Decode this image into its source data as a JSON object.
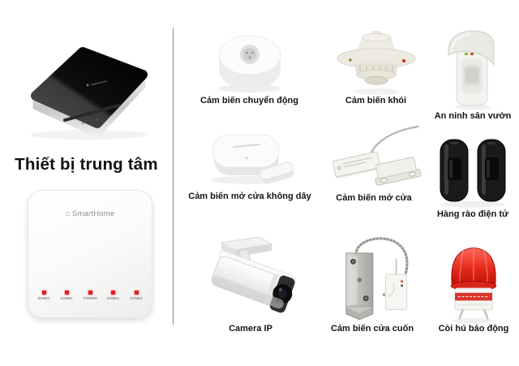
{
  "title": "Thiết bị trung tâm",
  "hub_panel": {
    "brand": "SmartHome",
    "leds": [
      "ZONE1",
      "ZONE2",
      "POWER",
      "ZONE3",
      "ZONE4"
    ]
  },
  "products": [
    {
      "id": "motion-sensor",
      "label": "Cảm biến chuyển động"
    },
    {
      "id": "smoke-sensor",
      "label": "Cảm biến khói"
    },
    {
      "id": "garden-security",
      "label": "An ninh sân vườn"
    },
    {
      "id": "wireless-door-sensor",
      "label": "Cảm biến mở cửa không dây"
    },
    {
      "id": "door-sensor",
      "label": "Cảm biến mở cửa"
    },
    {
      "id": "electric-fence",
      "label": "Hàng rào điện tử"
    },
    {
      "id": "ip-camera",
      "label": "Camera IP"
    },
    {
      "id": "rolling-door-sensor",
      "label": "Cảm biến cửa cuốn"
    },
    {
      "id": "alarm-siren",
      "label": "Còi hú báo động"
    }
  ],
  "colors": {
    "background": "#ffffff",
    "label_text": "#141414",
    "separator": "#8a8a8a",
    "led_red": "#e02020",
    "siren_red": "#d8352b"
  }
}
